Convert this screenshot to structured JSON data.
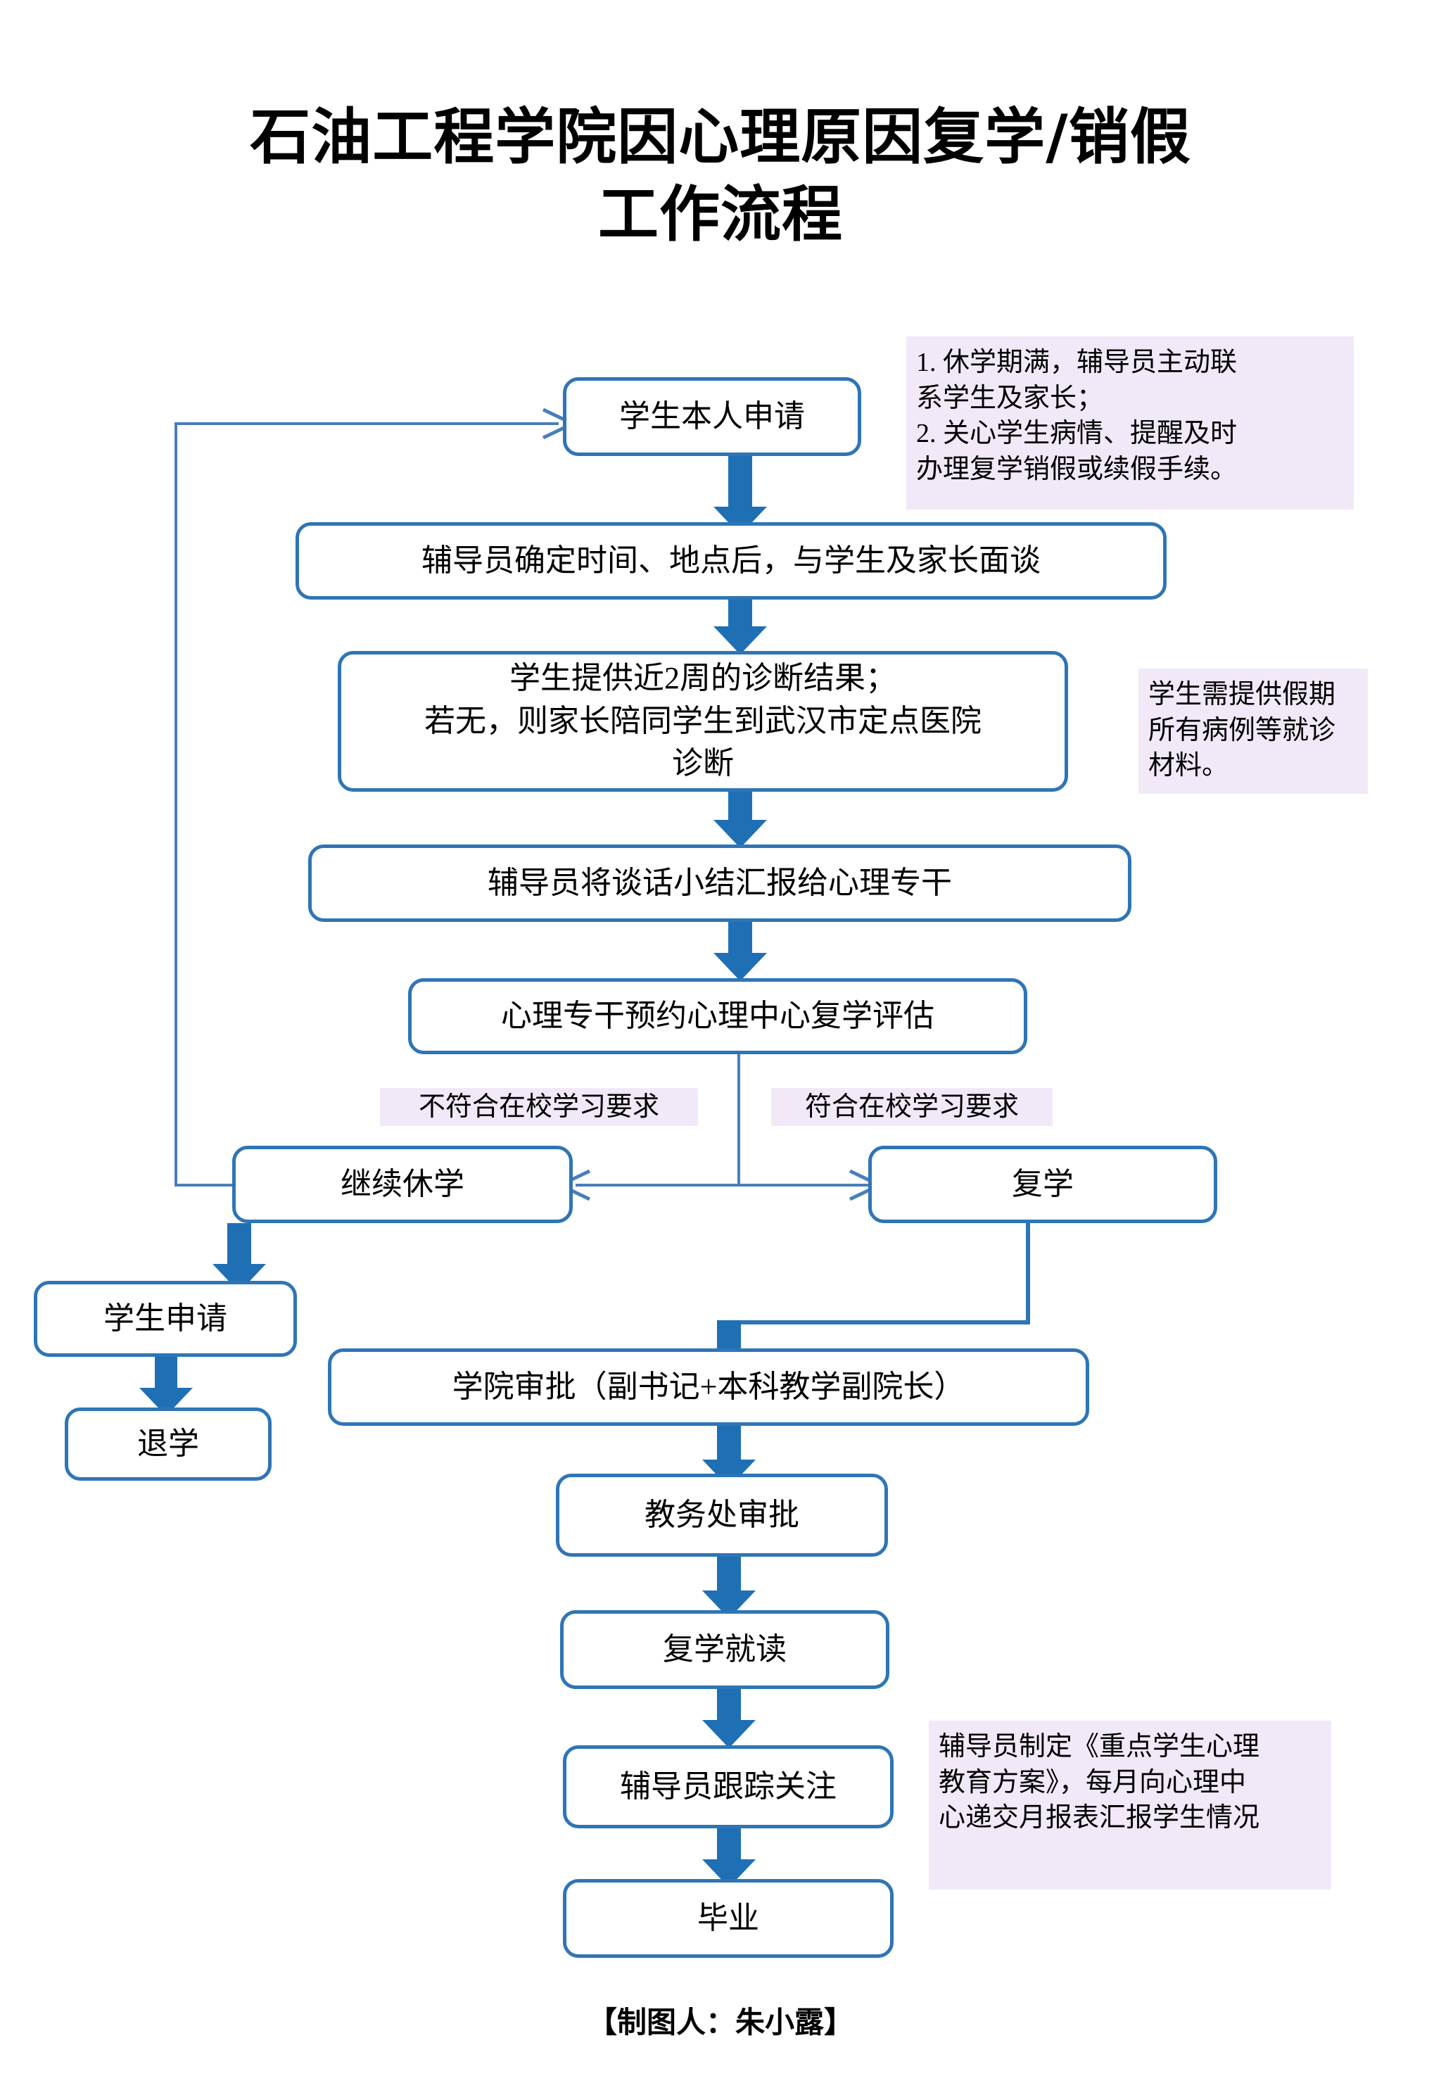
{
  "title": "石油工程学院因心理原因复学/销假\n工作流程",
  "footer": "【制图人：朱小露】",
  "colors": {
    "box_border": "#2E75B6",
    "arrow_fill": "#1F6FB5",
    "connector": "#4A7EBB",
    "note_background": "#F1E9F8",
    "page_background": "#FFFFFF",
    "text": "#000000"
  },
  "nodes": {
    "student_application": "学生本人申请",
    "counselor_interview": "辅导员确定时间、地点后，与学生及家长面谈",
    "diagnosis": "学生提供近2周的诊断结果；\n若无，则家长陪同学生到武汉市定点医院\n诊断",
    "report_to_specialist": "辅导员将谈话小结汇报给心理专干",
    "center_evaluation": "心理专干预约心理中心复学评估",
    "continue_leave": "继续休学",
    "resume_study": "复学",
    "student_request": "学生申请",
    "withdraw": "退学",
    "college_approval": "学院审批（副书记+本科教学副院长）",
    "academic_affairs_approval": "教务处审批",
    "resume_enrollment": "复学就读",
    "counselor_followup": "辅导员跟踪关注",
    "graduation": "毕业"
  },
  "branch_labels": {
    "not_qualified": "不符合在校学习要求",
    "qualified": "符合在校学习要求"
  },
  "notes": {
    "note_top_right": "1. 休学期满，辅导员主动联\n系学生及家长；\n2. 关心学生病情、提醒及时\n办理复学销假或续假手续。",
    "note_materials": "学生需提供假期\n所有病例等就诊\n材料。",
    "note_followup": "辅导员制定《重点学生心理\n教育方案》，每月向心理中\n心递交月报表汇报学生情况"
  }
}
